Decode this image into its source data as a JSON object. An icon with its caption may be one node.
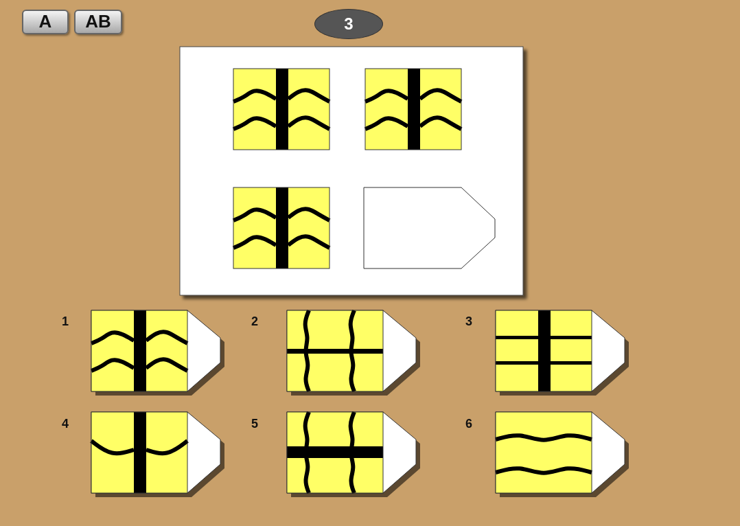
{
  "diagram": {
    "labels": [
      "A",
      "AB",
      "3",
      "1",
      "2",
      "3",
      "4",
      "5",
      "6"
    ]
  }
}
